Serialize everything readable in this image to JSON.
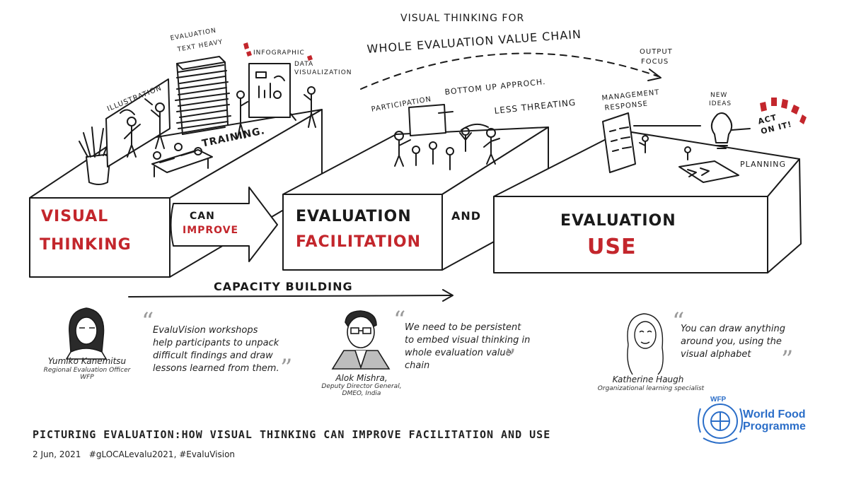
{
  "diagram": {
    "blocks": {
      "visual_thinking": [
        "VISUAL",
        "THINKING"
      ],
      "evaluation_facilitation": [
        "EVALUATION",
        "FACILITATION"
      ],
      "evaluation_use": [
        "EVALUATION",
        "USE"
      ]
    },
    "connectors": {
      "can": "CAN",
      "improve": "IMPROVE",
      "and": "AND"
    },
    "capacity_building": "CAPACITY BUILDING",
    "arc_title": [
      "VISUAL THINKING for",
      "WHOLE EVALUATION VALUE CHAIN"
    ],
    "output_focus": [
      "OUTPUT",
      "FOCUS"
    ],
    "labels": {
      "evaluation_text_heavy": [
        "EVALUATION",
        "TEXT HEAVY"
      ],
      "infographic": "INFOGRAPHIC",
      "data_visualization": [
        "DATA",
        "VISUALIZATION"
      ],
      "illustration": "ILLUSTRATION",
      "training": "TRAINING.",
      "participation": "PARTICIPATION",
      "bottom_up": "BOTTOM up approch.",
      "less_threating": "LESS THREATING",
      "management_response": [
        "MANAGEMENT",
        "RESPONSE"
      ],
      "new_ideas": [
        "NEW",
        "IDEAS"
      ],
      "act_on_it": [
        "ACT",
        "ON IT!"
      ],
      "planning": "PLANNING"
    }
  },
  "quotes": [
    {
      "text": "EvaluVision workshops help participants to unpack difficult findings and draw lessons learned from them.",
      "name": "Yumiko Kanemitsu",
      "role": [
        "Regional Evaluation Officer",
        "WFP"
      ]
    },
    {
      "text": "We need to be persistent to embed visual thinking in whole evaluation value chain",
      "name": "Alok Mishra,",
      "role": [
        "Deputy Director General,",
        "DMEO, India"
      ]
    },
    {
      "text": "You can draw anything around you, using the visual alphabet",
      "name": "Katherine Haugh",
      "role": [
        "Organizational learning specialist"
      ]
    }
  ],
  "footer": {
    "title": "PICTURING EVALUATION:HOW VISUAL THINKING CAN IMPROVE FACILITATION AND USE",
    "meta": "2 Jun, 2021   #gLOCALevalu2021, #EvaluVision"
  },
  "logo": {
    "abbr": "WFP",
    "name": [
      "World Food",
      "Programme"
    ],
    "color": "#2b6ec8"
  },
  "colors": {
    "accent_red": "#c3262c",
    "ink": "#1a1a1a",
    "quote_grey": "#9a9a9a"
  }
}
